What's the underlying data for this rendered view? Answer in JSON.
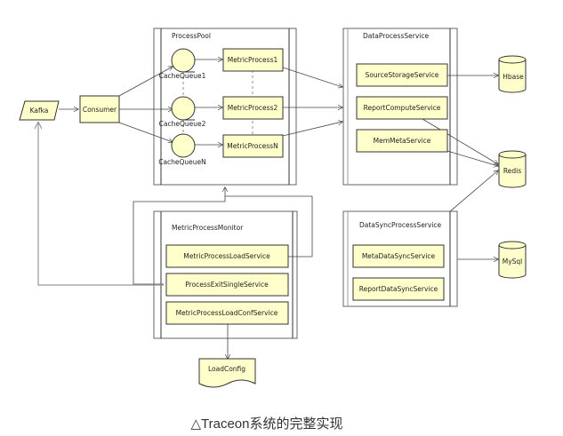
{
  "diagram": {
    "caption": "△Traceon系统的完整实现",
    "source": {
      "kafka": "Kafka",
      "consumer": "Consumer"
    },
    "process_pool": {
      "title": "ProcessPool",
      "queues": [
        "CacheQueue1",
        "CacheQueue2",
        "CacheQueueN"
      ],
      "processes": [
        "MetricProcess1",
        "MetricProcess2",
        "MetricProcessN"
      ]
    },
    "data_process_service": {
      "title": "DataProcessService",
      "services": [
        "SourceStorageService",
        "ReportComputeService",
        "MemMetaService"
      ]
    },
    "metric_process_monitor": {
      "title": "MetricProcessMonitor",
      "services": [
        "MetricProcessLoadService",
        "ProcessExitSingleService",
        "MetricProcessLoadConfService"
      ]
    },
    "data_sync_process_service": {
      "title": "DataSyncProcessService",
      "services": [
        "MetaDataSyncService",
        "ReportDataSyncService"
      ]
    },
    "stores": {
      "hbase": "Hbase",
      "redis": "Redis",
      "mysql": "MySql"
    },
    "document": {
      "load_config": "LoadConfig"
    },
    "colors": {
      "node_fill": "#ffffcc",
      "line": "#444444",
      "background": "#ffffff"
    }
  }
}
